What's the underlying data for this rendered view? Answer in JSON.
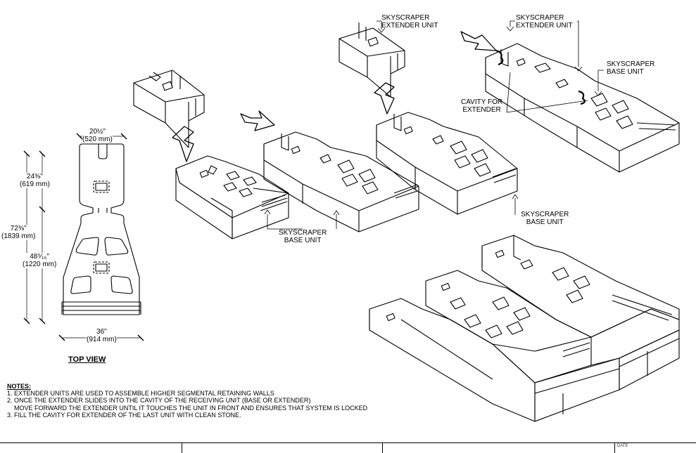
{
  "labels": {
    "extender_1": "SKYSCRAPER\nEXTENDER UNIT",
    "extender_2": "SKYSCRAPER\nEXTENDER UNIT",
    "base_top_right": "SKYSCRAPER\nBASE UNIT",
    "cavity": "CAVITY FOR\nEXTENDER",
    "base_mid": "SKYSCRAPER\nBASE UNIT",
    "base_bottom": "SKYSCRAPER\nBASE UNIT"
  },
  "top_view": {
    "title": "TOP VIEW",
    "width_top": "20½\"\n(520 mm)",
    "depth_front": "24⅜\"\n(619 mm)",
    "depth_total": "72⅜\"\n(1839 mm)",
    "depth_rear": "48⁵⁄₁₆\"\n(1220 mm)",
    "width_base": "36\"\n(914 mm)"
  },
  "notes": {
    "title": "NOTES:",
    "items": [
      "1. EXTENDER UNITS ARE USED TO  ASSEMBLE HIGHER SEGMENTAL RETAINING WALLS",
      "2. ONCE THE EXTENDER SLIDES INTO THE CAVITY OF THE RECEIVING UNIT (BASE OR EXTENDER)",
      "MOVE FORWARD THE EXTENDER UNTIL IT TOUCHES THE UNIT IN FRONT AND ENSURES THAT SYSTEM IS LOCKED",
      "3. FILL THE CAVITY FOR EXTENDER OF THE LAST UNIT WITH CLEAN STONE."
    ]
  },
  "title_block": {
    "date_label": "DATE"
  }
}
